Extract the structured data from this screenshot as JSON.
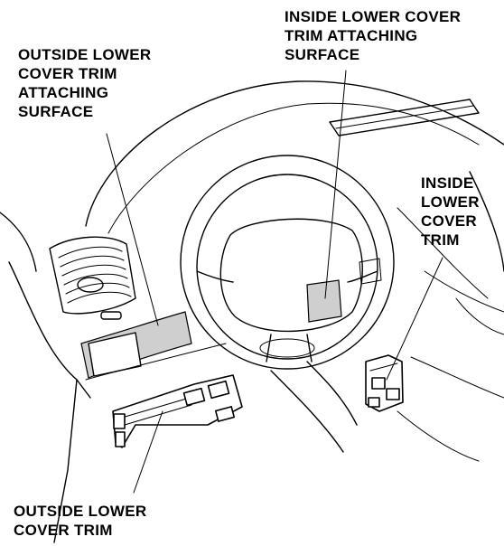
{
  "labels": {
    "outside_surface": [
      "OUTSIDE LOWER",
      "COVER TRIM",
      "ATTACHING",
      "SURFACE"
    ],
    "inside_surface": [
      "INSIDE LOWER COVER",
      "TRIM ATTACHING",
      "SURFACE"
    ],
    "inside_trim": [
      "INSIDE",
      "LOWER",
      "COVER",
      "TRIM"
    ],
    "outside_trim": [
      "OUTSIDE LOWER",
      "COVER TRIM"
    ]
  },
  "colors": {
    "line": "#000000",
    "shaded_surface": "#cfcfcf",
    "background": "#ffffff"
  }
}
